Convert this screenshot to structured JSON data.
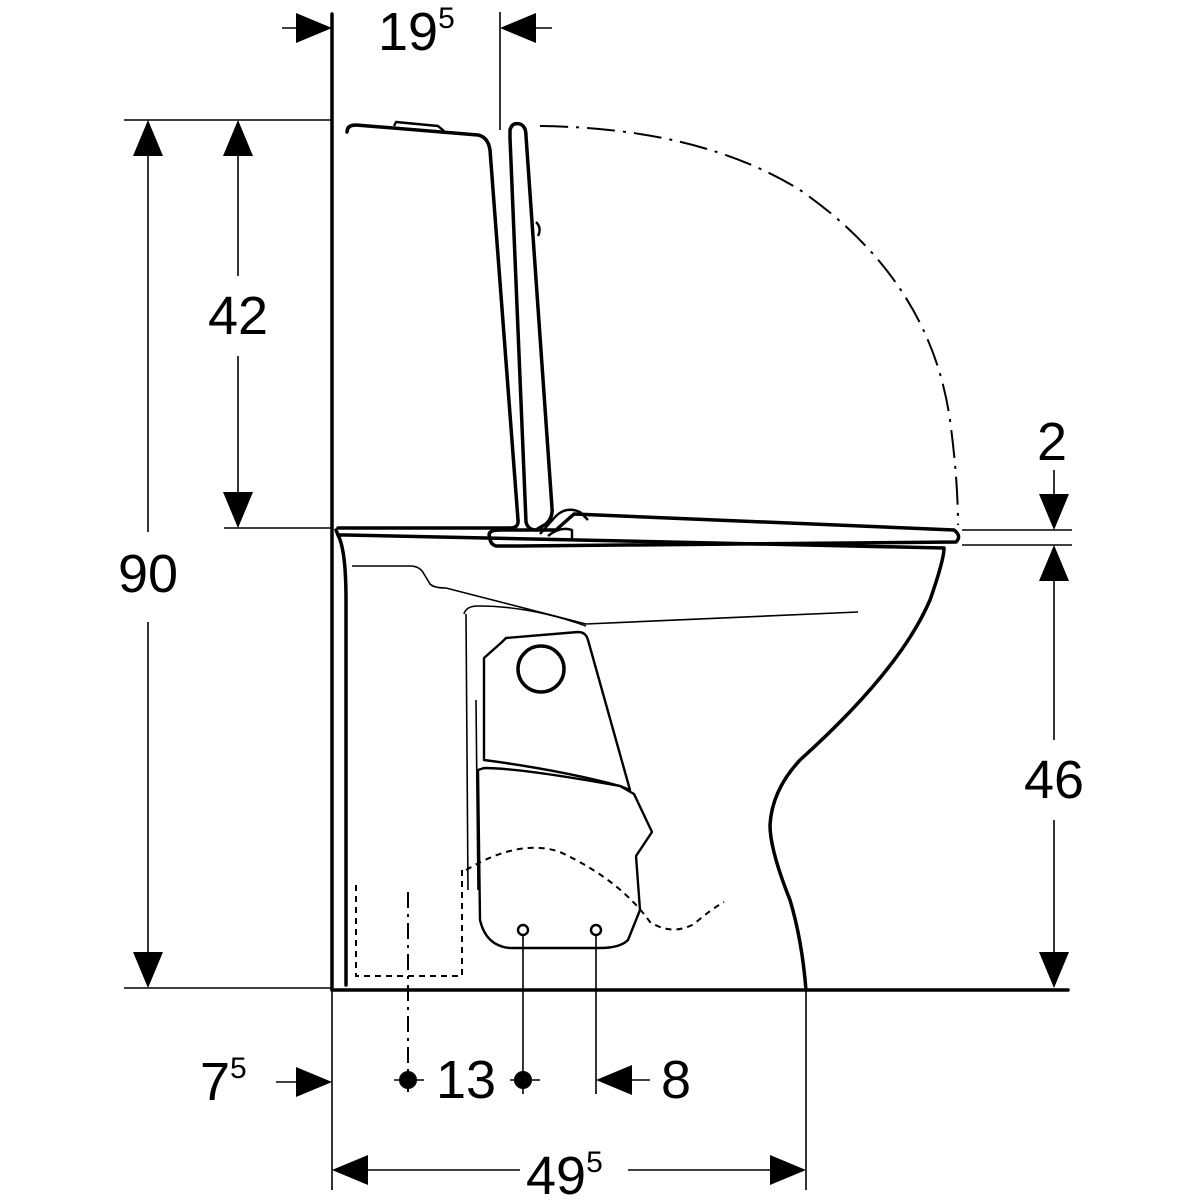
{
  "diagram": {
    "colors": {
      "line": "#000000",
      "background": "#ffffff"
    },
    "dimensions": {
      "total_height": "90",
      "cistern_height": "42",
      "seat_thickness": "2",
      "seat_height": "46",
      "cistern_depth": {
        "base": "19",
        "sup": "5"
      },
      "wall_offset": {
        "base": "7",
        "sup": "5"
      },
      "fixing_spacing": "13",
      "outlet_offset": "8",
      "total_depth": {
        "base": "49",
        "sup": "5"
      }
    }
  }
}
